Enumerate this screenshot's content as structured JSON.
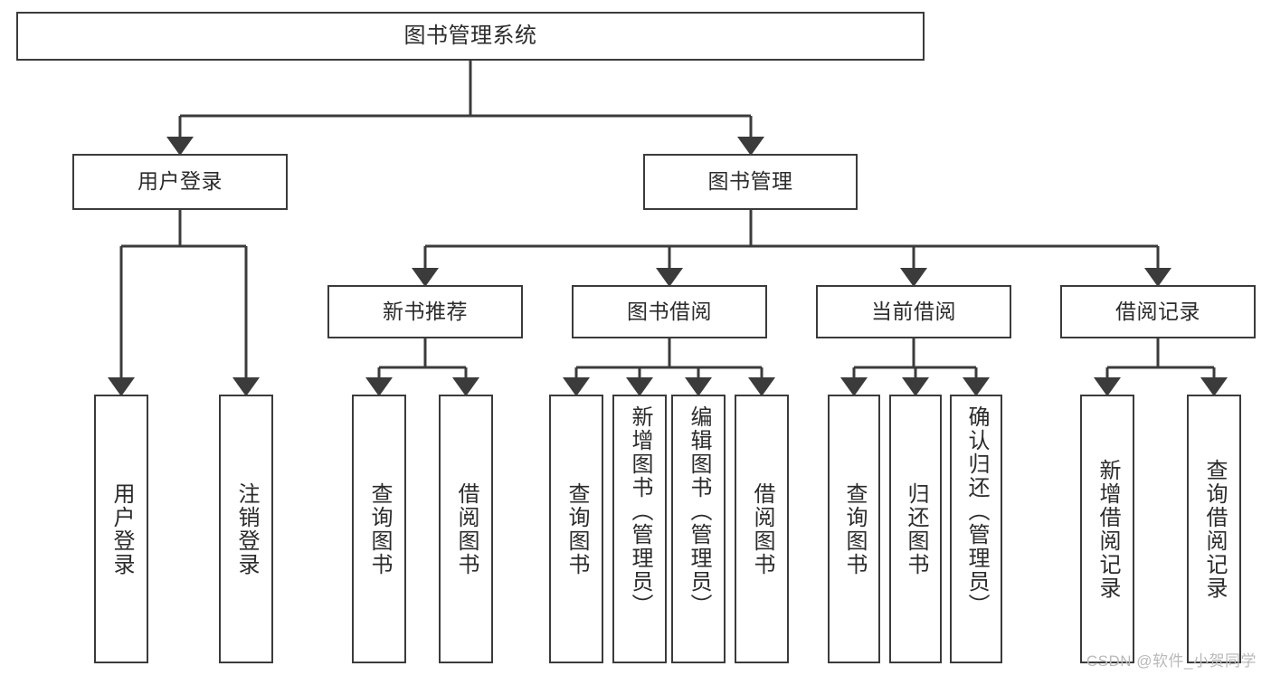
{
  "diagram": {
    "title": "图书管理系统",
    "type": "tree-hierarchy",
    "stroke_color": "#3b3b3b",
    "fill_color": "#ffffff",
    "text_color": "#2b2b2b"
  },
  "root": {
    "label": "图书管理系统"
  },
  "level2": [
    {
      "label": "用户登录"
    },
    {
      "label": "图书管理"
    }
  ],
  "level3": [
    {
      "label": "新书推荐"
    },
    {
      "label": "图书借阅"
    },
    {
      "label": "当前借阅"
    },
    {
      "label": "借阅记录"
    }
  ],
  "leaves": {
    "user_login": [
      {
        "label": "用户登录"
      },
      {
        "label": "注销登录"
      }
    ],
    "new_book_recommend": [
      {
        "label": "查询图书"
      },
      {
        "label": "借阅图书"
      }
    ],
    "book_borrow": [
      {
        "label": "查询图书"
      },
      {
        "label": "新增图书（管理员）"
      },
      {
        "label": "编辑图书（管理员）"
      },
      {
        "label": "借阅图书"
      }
    ],
    "current_borrow": [
      {
        "label": "查询图书"
      },
      {
        "label": "归还图书"
      },
      {
        "label": "确认归还（管理员）"
      }
    ],
    "borrow_record": [
      {
        "label": "新增借阅记录"
      },
      {
        "label": "查询借阅记录"
      }
    ]
  },
  "watermark": {
    "text": "CSDN @软件_小贺同学"
  }
}
